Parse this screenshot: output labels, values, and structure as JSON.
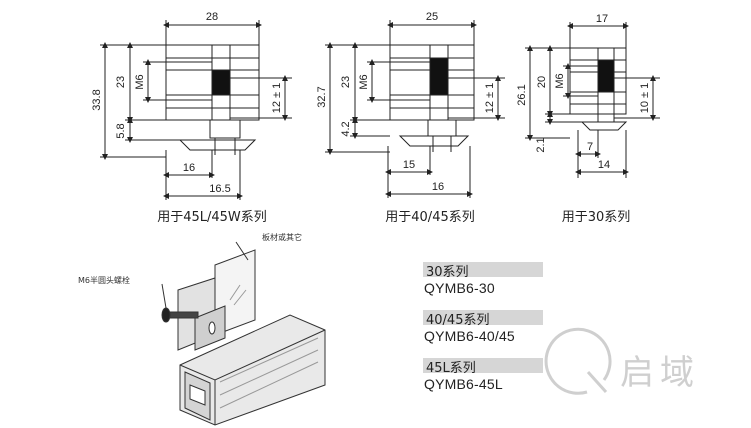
{
  "drawings": [
    {
      "caption": "用于45L/45W系列",
      "dims": {
        "width_top": "28",
        "total_h": "33.8",
        "upper_h": "23",
        "thread": "M6",
        "tol": "12 ± 1",
        "lower_h": "5.8",
        "base1": "16",
        "base2": "16.5"
      }
    },
    {
      "caption": "用于40/45系列",
      "dims": {
        "width_top": "25",
        "total_h": "32.7",
        "upper_h": "23",
        "thread": "M6",
        "tol": "12 ± 1",
        "lower_h": "4.2",
        "base1": "15",
        "base2": "16"
      }
    },
    {
      "caption": "用于30系列",
      "dims": {
        "width_top": "17",
        "total_h": "26.1",
        "upper_h": "20",
        "thread": "M6",
        "tol": "10 ± 1",
        "lower_h": "2.1",
        "base1": "7",
        "base2": "14"
      }
    }
  ],
  "assembly": {
    "label_plate": "板材或其它",
    "label_bolt": "M6半圆头螺栓"
  },
  "models": [
    {
      "series": "30系列",
      "part": "QYMB6-30"
    },
    {
      "series": "40/45系列",
      "part": "QYMB6-40/45"
    },
    {
      "series": "45L系列",
      "part": "QYMB6-45L"
    }
  ],
  "logo": {
    "text": "启域"
  }
}
